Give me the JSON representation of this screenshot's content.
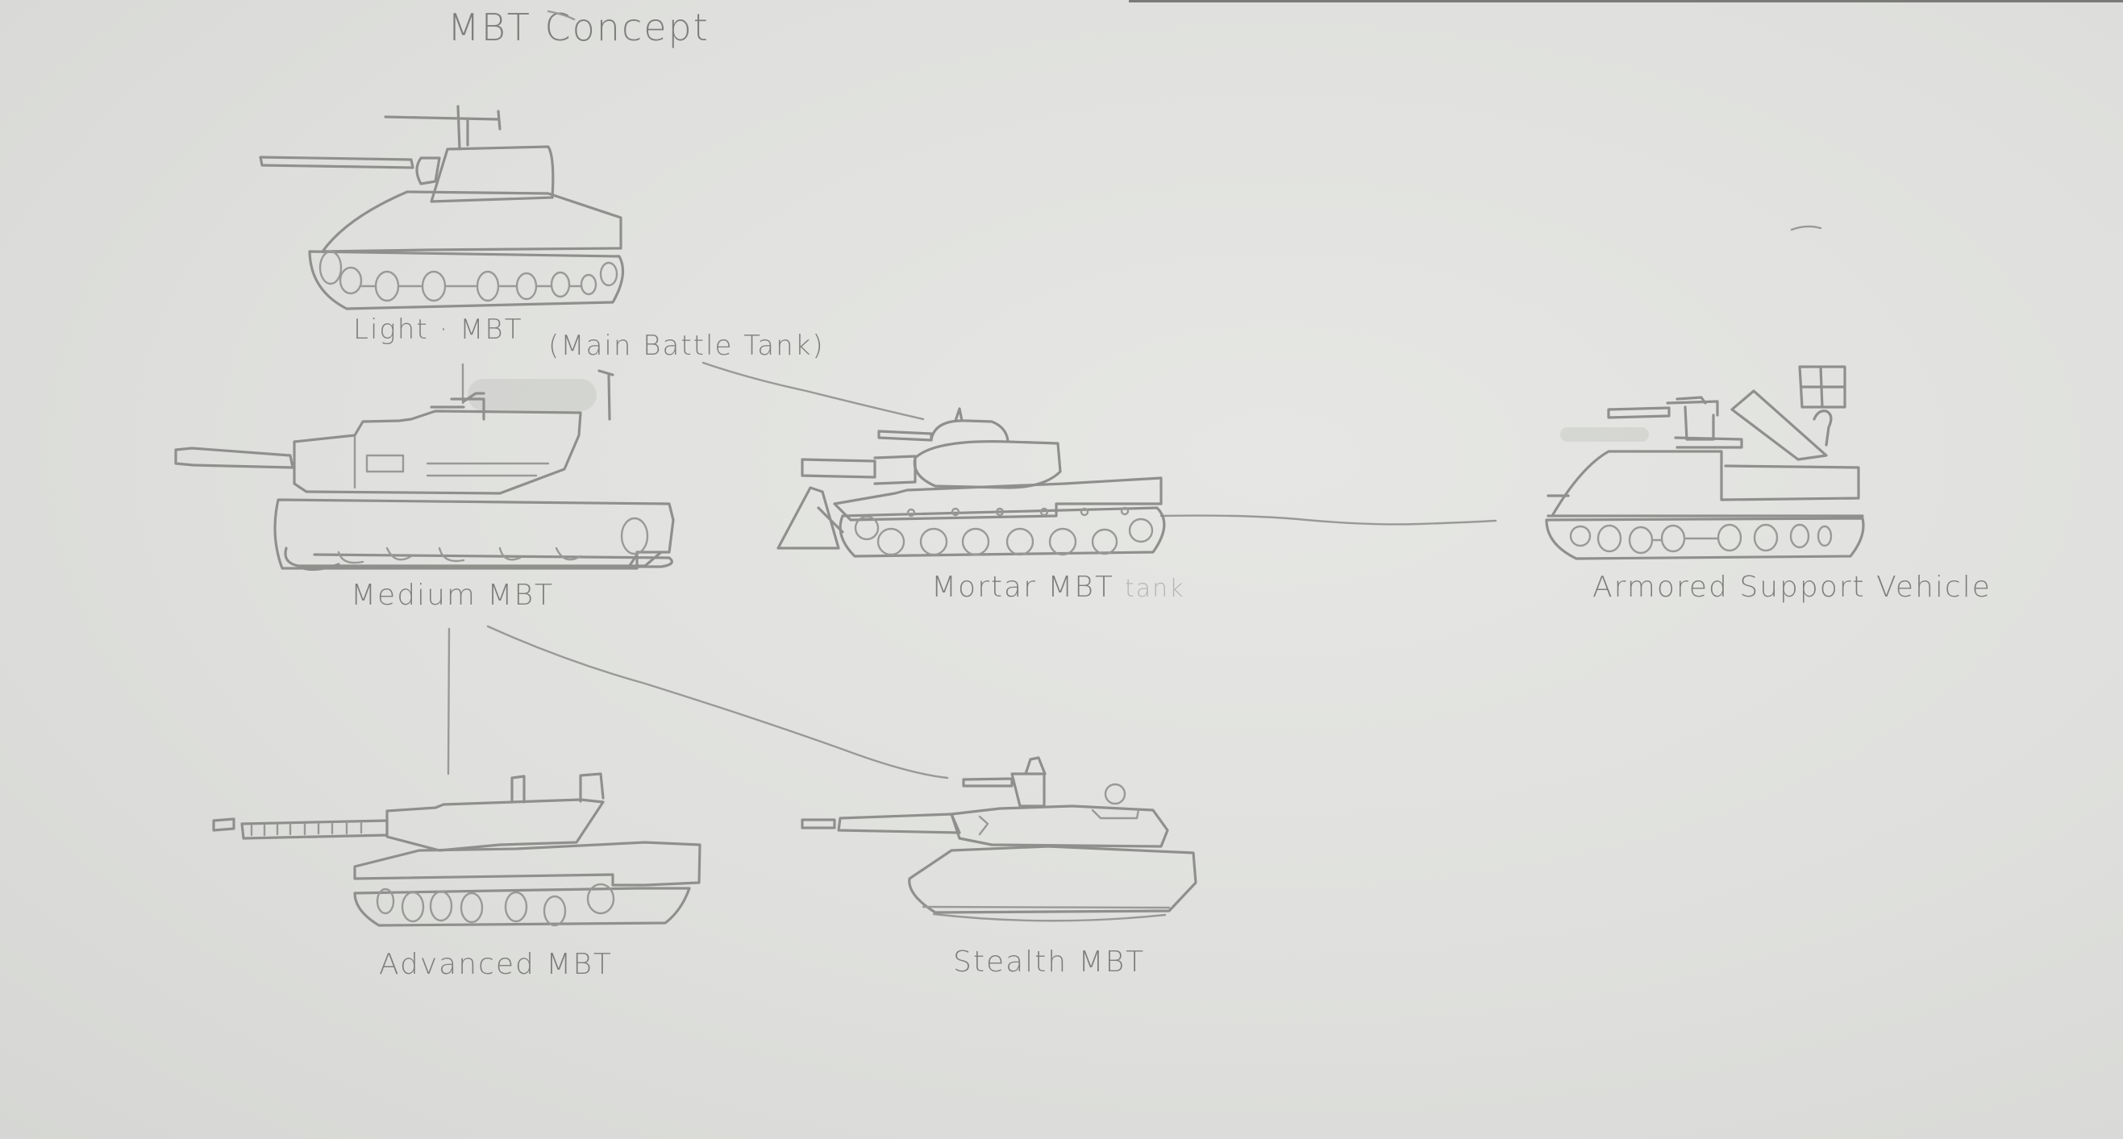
{
  "title": "MBT Concept",
  "subtitle": "(Main Battle Tank)",
  "colors": {
    "paper": "#e2e3e0",
    "pencil": "#8f908d",
    "text": "#7e7f7c"
  },
  "nodes": [
    {
      "id": "light",
      "label": "Light · MBT",
      "icon": "light-tank-sketch"
    },
    {
      "id": "medium",
      "label": "Medium MBT",
      "icon": "medium-tank-sketch"
    },
    {
      "id": "mortar",
      "label": "Mortar MBT",
      "ghost_text": "tank",
      "icon": "mortar-tank-sketch"
    },
    {
      "id": "asv",
      "label": "Armored Support Vehicle",
      "icon": "support-vehicle-sketch"
    },
    {
      "id": "advanced",
      "label": "Advanced MBT",
      "icon": "advanced-tank-sketch"
    },
    {
      "id": "stealth",
      "label": "Stealth MBT",
      "icon": "stealth-tank-sketch"
    }
  ],
  "edges": [
    {
      "from": "light",
      "to": "medium"
    },
    {
      "from": "light",
      "to": "mortar"
    },
    {
      "from": "mortar",
      "to": "asv"
    },
    {
      "from": "medium",
      "to": "advanced"
    },
    {
      "from": "medium",
      "to": "stealth"
    }
  ]
}
